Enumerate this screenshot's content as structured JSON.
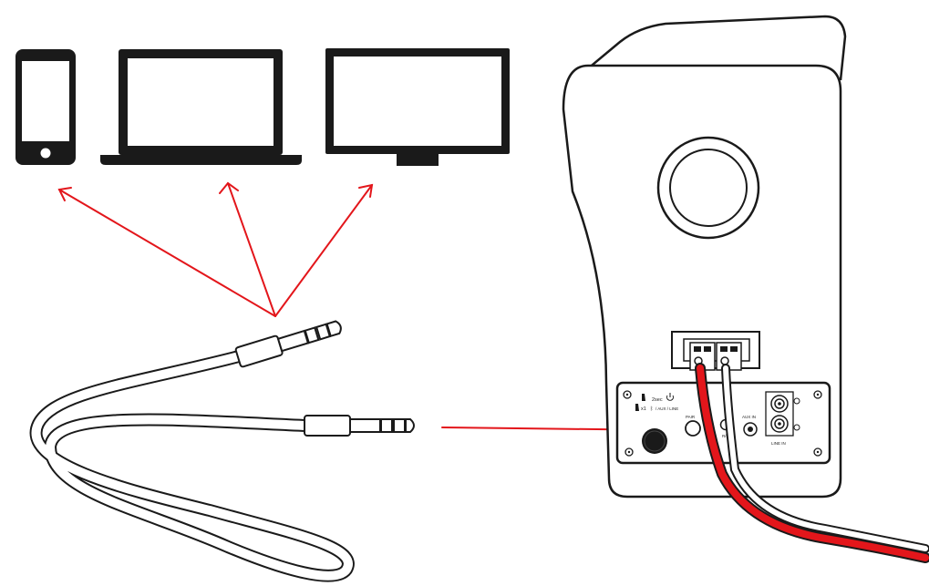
{
  "panel": {
    "hold_2sec": "2sec",
    "press_x1": "x1",
    "source_cycle": "/ AUX / LINE",
    "pair_label": "PAIR",
    "aux_in_label": "AUX IN",
    "line_in_label": "LINE IN",
    "rl_label": "R/L"
  },
  "icons": [
    "smartphone-icon",
    "laptop-icon",
    "monitor-icon",
    "aux-cable-icon",
    "speaker-icon"
  ],
  "colors": {
    "arrow": "#e3161b",
    "outline": "#1a1a1a",
    "speaker_cable": "#e3161b"
  }
}
